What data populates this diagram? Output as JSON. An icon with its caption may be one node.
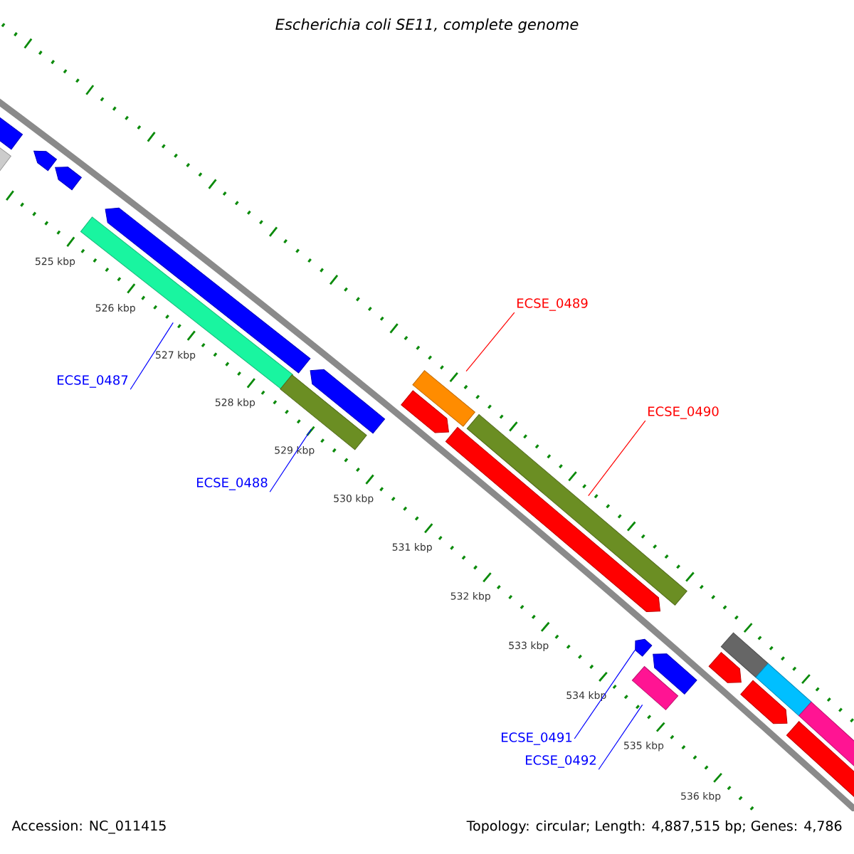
{
  "diagram": {
    "title": "Escherichia coli SE11, complete genome",
    "nodes": [
      {
        "text": [
          "ECSE_0487"
        ]
      },
      {
        "text": [
          "ECSE_0488"
        ]
      },
      {
        "text": [
          "ECSE_0489"
        ]
      },
      {
        "text": [
          "ECSE_0490"
        ]
      },
      {
        "text": [
          "ECSE_0491"
        ]
      },
      {
        "text": [
          "ECSE_0492"
        ]
      },
      {
        "text": [],
        "shape": "bar"
      },
      {
        "text": [],
        "shape": "bar"
      },
      {
        "text": [],
        "shape": "bar"
      },
      {
        "text": [],
        "shape": "bar"
      },
      {
        "text": [],
        "shape": "arrow"
      },
      {
        "text": [],
        "shape": "bar"
      }
    ],
    "edges": [
      {
        "from": 0,
        "to": 6,
        "arrow": "none"
      },
      {
        "from": 1,
        "to": 7,
        "arrow": "none"
      },
      {
        "from": 2,
        "to": 8,
        "arrow": "none",
        "color": "#ff0000"
      },
      {
        "from": 3,
        "to": 9,
        "arrow": "none",
        "color": "#ff0000"
      },
      {
        "from": 4,
        "to": 10,
        "arrow": "none"
      },
      {
        "from": 5,
        "to": 11,
        "arrow": "none"
      }
    ],
    "labels": [
      "525 kbp",
      "526 kbp",
      "527 kbp",
      "528 kbp",
      "529 kbp",
      "530 kbp",
      "531 kbp",
      "532 kbp",
      "533 kbp",
      "534 kbp",
      "535 kbp",
      "536 kbp",
      "Accession: NC_011415",
      "Topology: circular; Length: 4,887,515 bp; Genes: 4,786"
    ]
  }
}
